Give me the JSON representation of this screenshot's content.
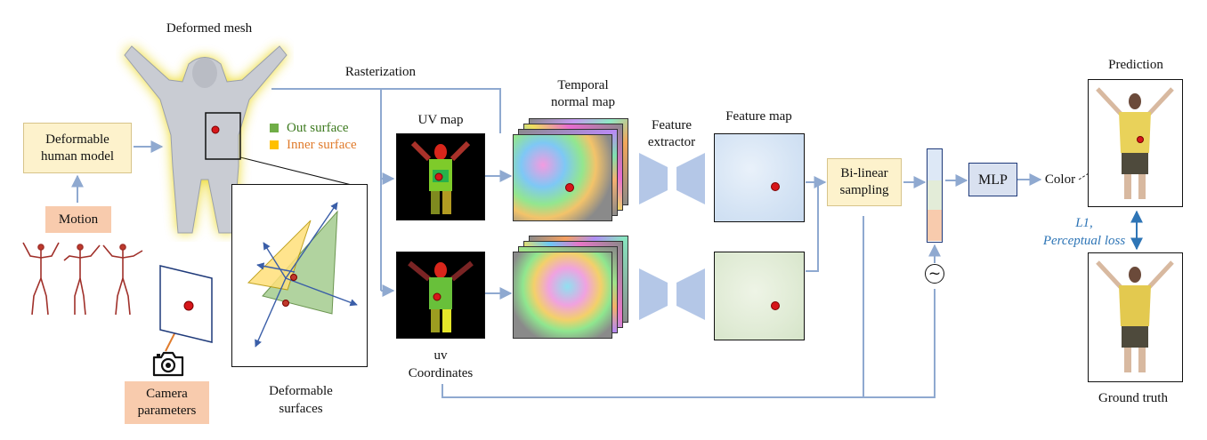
{
  "labels": {
    "deformed_mesh": "Deformed mesh",
    "rasterization": "Rasterization",
    "uv_map": "UV map",
    "temporal_normal_map_line1": "Temporal",
    "temporal_normal_map_line2": "normal map",
    "feature_extractor_line1": "Feature",
    "feature_extractor_line2": "extractor",
    "feature_map": "Feature map",
    "prediction": "Prediction",
    "ground_truth": "Ground truth",
    "uv_coordinates_line1": "uv",
    "uv_coordinates_line2": "Coordinates",
    "deformable_surfaces_line1": "Deformable",
    "deformable_surfaces_line2": "surfaces",
    "color": "Color",
    "loss_line1": "L1,",
    "loss_line2": "Perceptual loss",
    "tilde": "~"
  },
  "boxes": {
    "deformable_human_model_line1": "Deformable",
    "deformable_human_model_line2": "human model",
    "motion": "Motion",
    "camera_parameters_line1": "Camera",
    "camera_parameters_line2": "parameters",
    "bilinear_sampling_line1": "Bi-linear",
    "bilinear_sampling_line2": "sampling",
    "mlp": "MLP"
  },
  "legend": {
    "out_surface": "Out surface",
    "inner_surface": "Inner surface"
  },
  "colors": {
    "arrow": "#8fa9d0",
    "box_yellow": "#fdf2cc",
    "box_salmon": "#f8cbad",
    "box_mlp": "#d9e1f0",
    "legend_green": "#70ad47",
    "legend_yellow": "#ffc000",
    "legend_orange_text": "#e07b2c",
    "loss_text": "#2e75b6",
    "feature_map_top": "#dbe8f6",
    "feature_map_bottom": "#e1ecd6",
    "red_point": "#d6161a"
  },
  "icons": [
    "camera-icon",
    "extractor-encoder-icon",
    "extractor-decoder-icon",
    "double-arrow-icon",
    "skeleton-icon",
    "tilde-circle-icon"
  ]
}
